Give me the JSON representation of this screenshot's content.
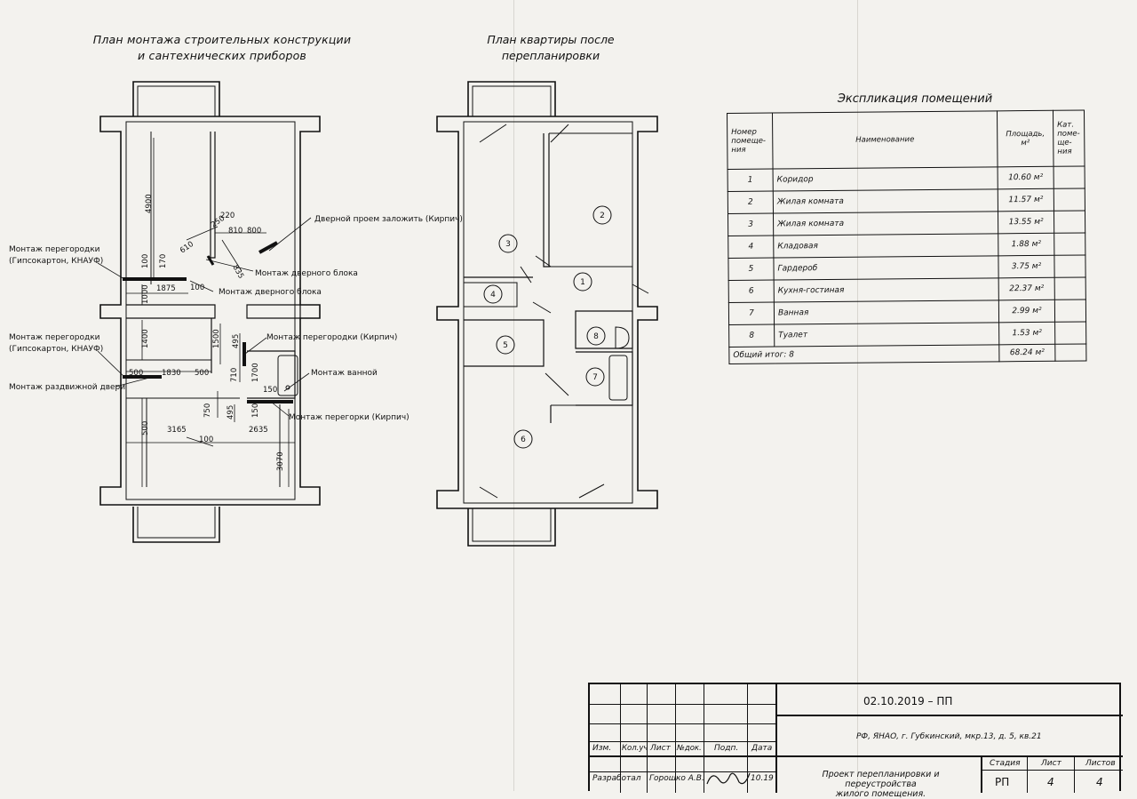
{
  "titles": {
    "mount_plan": [
      "План монтажа строительных конструкции",
      "и сантехнических приборов"
    ],
    "after_plan": [
      "План квартиры после",
      "перепланировки"
    ],
    "explication": "Экспликация помещений"
  },
  "annotations": {
    "door_fill": "Дверной проем заложить (Кирпич)",
    "partition_gkl_1": [
      "Монтаж перегородки",
      "(Гипсокартон, КНАУФ)"
    ],
    "door_block_1": "Монтаж дверного блока",
    "door_block_2": "Монтаж дверного блока",
    "partition_brick_1": "Монтаж перегородки (Кирпич)",
    "partition_gkl_2": [
      "Монтаж перегородки",
      "(Гипсокартон, КНАУФ)"
    ],
    "bath": "Монтаж ванной",
    "sliding_door": "Монтаж раздвижной двери",
    "partition_brick_2": "Монтаж перегорки (Кирпич)"
  },
  "dimensions": {
    "d4900": "4900",
    "d220": "220",
    "d810": "810",
    "d800": "800",
    "d250": "250",
    "d610": "610",
    "d170": "170",
    "d100a": "100",
    "d1000": "1000",
    "d1875": "1875",
    "d100b": "100",
    "d835": "835",
    "d1400": "1400",
    "d1500": "1500",
    "d495a": "495",
    "d500a": "500",
    "d1830": "1830",
    "d500b": "500",
    "d710": "710",
    "d1700": "1700",
    "d150a": "150",
    "d750": "750",
    "d495b": "495",
    "d150b": "150",
    "d500c": "500",
    "d3165": "3165",
    "d2635": "2635",
    "d100c": "100",
    "d3070": "3070"
  },
  "room_numbers": [
    "1",
    "2",
    "3",
    "4",
    "5",
    "6",
    "7",
    "8"
  ],
  "explication_table": {
    "headers": [
      "Номер помеще-ния",
      "Наименование",
      "Площадь, м²",
      "Кат. поме-ще-ния"
    ],
    "rows": [
      {
        "num": "1",
        "name": "Коридор",
        "area": "10.60 м²"
      },
      {
        "num": "2",
        "name": "Жилая комната",
        "area": "11.57 м²"
      },
      {
        "num": "3",
        "name": "Жилая комната",
        "area": "13.55 м²"
      },
      {
        "num": "4",
        "name": "Кладовая",
        "area": "1.88 м²"
      },
      {
        "num": "5",
        "name": "Гардероб",
        "area": "3.75 м²"
      },
      {
        "num": "6",
        "name": "Кухня-гостиная",
        "area": "22.37 м²"
      },
      {
        "num": "7",
        "name": "Ванная",
        "area": "2.99 м²"
      },
      {
        "num": "8",
        "name": "Туалет",
        "area": "1.53 м²"
      }
    ],
    "total_label": "Общий итог: 8",
    "total_area": "68.24 м²"
  },
  "stamp": {
    "doc_code": "02.10.2019 – ПП",
    "address": "РФ, ЯНАО, г. Губкинский, мкр.13, д. 5, кв.21",
    "cols": [
      "Изм.",
      "Кол.уч",
      "Лист",
      "№док.",
      "Подп.",
      "Дата"
    ],
    "role": "Разработал",
    "author": "Горошко А.В.",
    "date": "10.19",
    "project": [
      "Проект перепланировки и переустройства",
      "жилого помещения."
    ],
    "stage_label": "Стадия",
    "sheet_label": "Лист",
    "sheets_label": "Листов",
    "stage": "РП",
    "sheet": "4",
    "sheets": "4"
  }
}
